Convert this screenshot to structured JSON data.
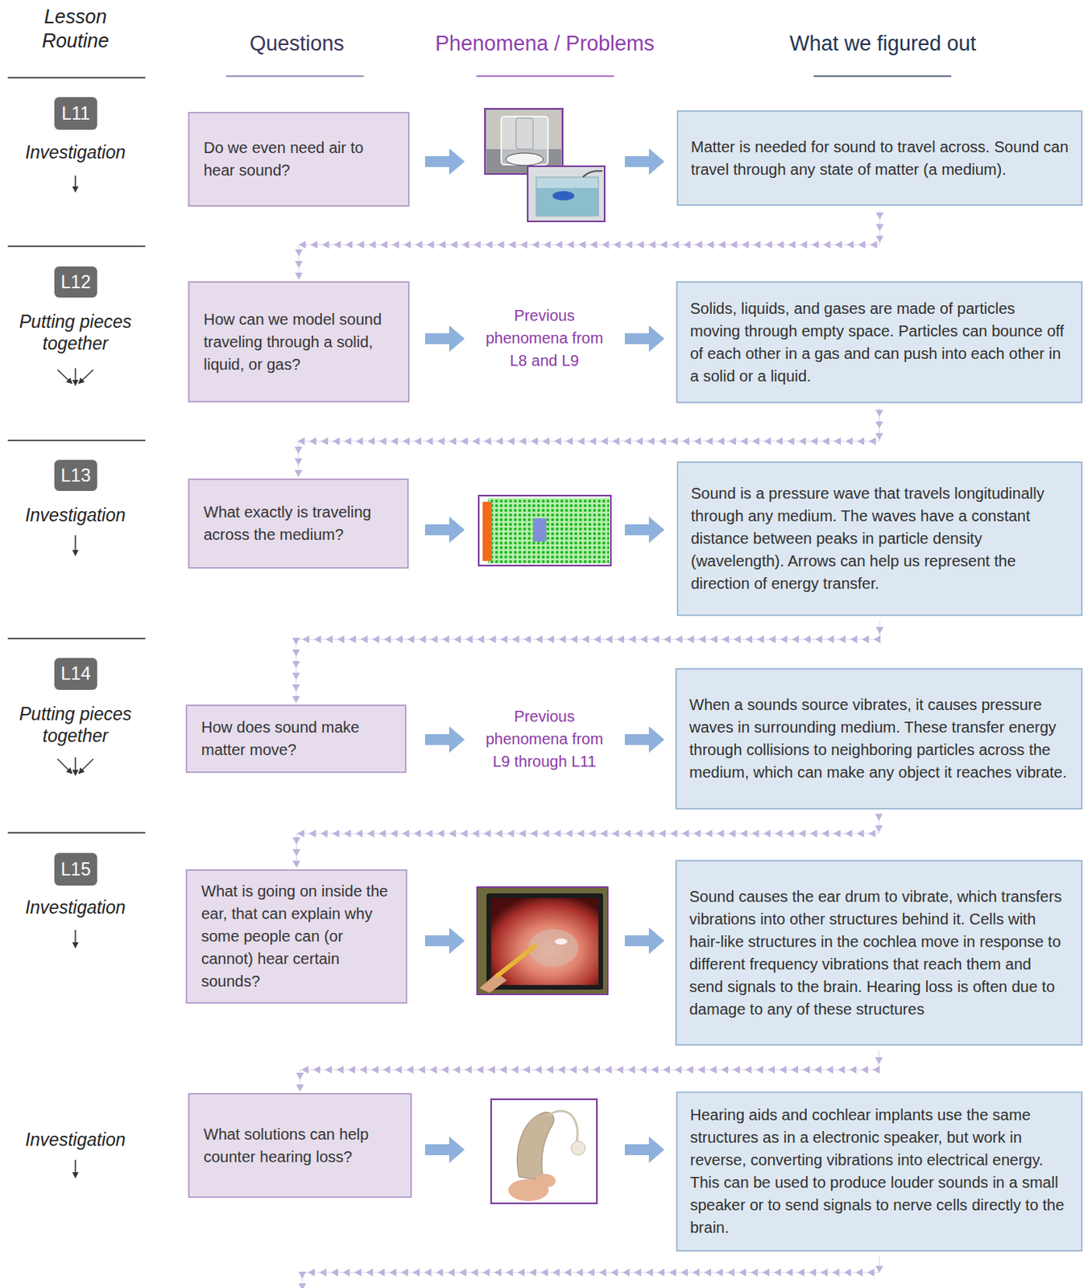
{
  "diagram": {
    "nodes": [
      {
        "text": [
          "L11"
        ]
      },
      {
        "text": [
          "Do we even need air to hear sound?"
        ]
      },
      {
        "text": [
          "Matter is needed for sound to travel across. Sound can travel through any state of matter (a medium)."
        ]
      },
      {
        "text": [
          "L12"
        ]
      },
      {
        "text": [
          "How can we model sound traveling through a solid, liquid, or gas?"
        ]
      },
      {
        "text": [
          "Solids, liquids, and gases are made of particles moving through empty space. Particles can bounce off of each other in a gas and can push into each other in a solid or a liquid."
        ]
      },
      {
        "text": [
          "L13"
        ]
      },
      {
        "text": [
          "What exactly is traveling across the medium?"
        ]
      },
      {
        "text": [
          "Sound is a pressure wave that travels longitudinally through any medium. The waves have a constant distance between peaks in particle density (wavelength). Arrows can help us represent the direction of energy transfer."
        ]
      },
      {
        "text": [
          "L14"
        ]
      },
      {
        "text": [
          "How does sound make matter move?"
        ]
      },
      {
        "text": [
          "When a sounds source vibrates, it causes pressure waves in surrounding medium. These transfer energy through collisions to neighboring particles across the medium, which can make any object it reaches vibrate."
        ]
      },
      {
        "text": [
          "L15"
        ]
      },
      {
        "text": [
          "What is going on inside the ear, that can explain why some people can (or cannot) hear certain sounds?"
        ]
      },
      {
        "text": [
          "Sound causes the ear drum to vibrate, which transfers vibrations into other structures behind it. Cells with hair-like structures in the cochlea move in response to different frequency vibrations that reach them and send signals to the brain. Hearing loss is often due to damage to any of these structures"
        ]
      },
      {
        "text": [
          "What solutions can help counter hearing loss?"
        ]
      },
      {
        "text": [
          "Hearing aids and cochlear implants use the same structures as in a electronic speaker, but work in reverse, converting vibrations into electrical energy. This can be used to produce louder sounds in a small speaker or to send signals to nerve cells directly to the brain."
        ]
      }
    ],
    "edges": [
      {
        "from": 2,
        "to": 4,
        "arrow": "to"
      },
      {
        "from": 5,
        "to": 7,
        "arrow": "to"
      },
      {
        "from": 8,
        "to": 10,
        "arrow": "to"
      },
      {
        "from": 11,
        "to": 13,
        "arrow": "to"
      },
      {
        "from": 14,
        "to": 15,
        "arrow": "to"
      }
    ],
    "labels": [
      "Lesson Routine",
      "Questions",
      "Phenomena / Problems",
      "What we figured out",
      "Investigation",
      "Putting pieces together",
      "Previous phenomena from L8 and L9",
      "Investigation",
      "Putting pieces together",
      "Previous phenomena from L9 through L11",
      "Investigation",
      "Investigation"
    ]
  }
}
